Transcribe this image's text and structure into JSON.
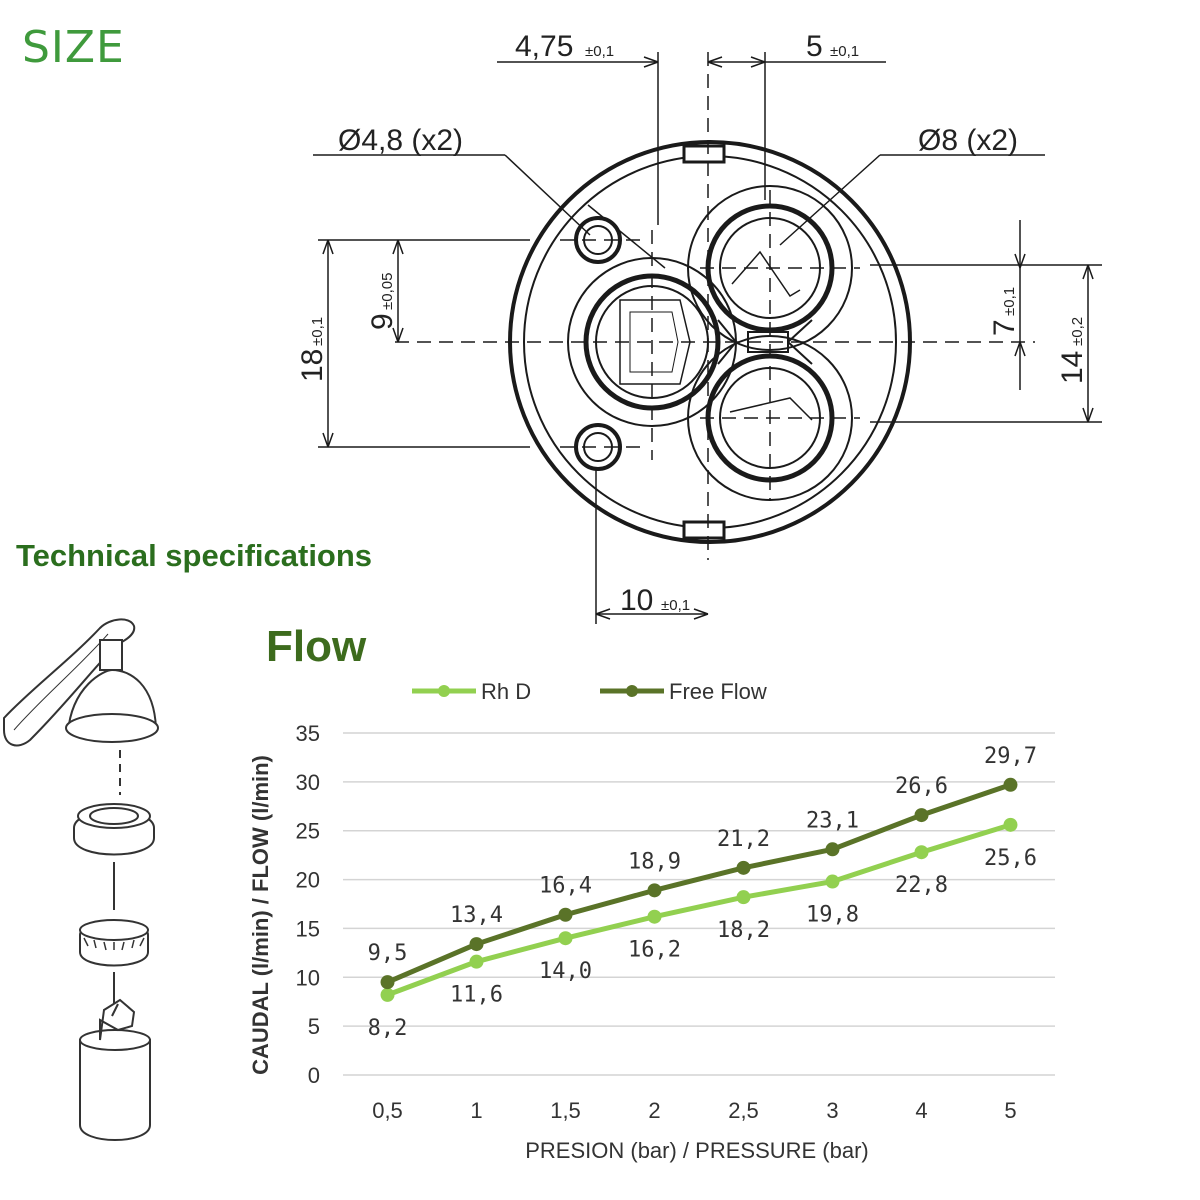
{
  "headings": {
    "size": "SIZE",
    "technical": "Technical specifications",
    "flow": "Flow"
  },
  "drawing": {
    "dim_top_left": "4,75",
    "dim_top_left_tol": "±0,1",
    "dim_top_right": "5",
    "dim_top_right_tol": "±0,1",
    "small_holes": "Ø4,8 (x2)",
    "large_holes": "Ø8 (x2)",
    "dim_18": "18",
    "dim_18_tol": "±0,1",
    "dim_9": "9",
    "dim_9_tol": "±0,05",
    "dim_7": "7",
    "dim_7_tol": "±0,1",
    "dim_14": "14",
    "dim_14_tol": "±0,2",
    "dim_bottom": "10",
    "dim_bottom_tol": "±0,1"
  },
  "chart_data": {
    "type": "line",
    "categories": [
      "0,5",
      "1",
      "1,5",
      "2",
      "2,5",
      "3",
      "4",
      "5"
    ],
    "series": [
      {
        "name": "Rh D",
        "color": "#92d050",
        "values": [
          8.2,
          11.6,
          14.0,
          16.2,
          18.2,
          19.8,
          22.8,
          25.6
        ],
        "labels": [
          "8,2",
          "11,6",
          "14,0",
          "16,2",
          "18,2",
          "19,8",
          "22,8",
          "25,6"
        ]
      },
      {
        "name": "Free Flow",
        "color": "#5a7328",
        "values": [
          9.5,
          13.4,
          16.4,
          18.9,
          21.2,
          23.1,
          26.6,
          29.7
        ],
        "labels": [
          "9,5",
          "13,4",
          "16,4",
          "18,9",
          "21,2",
          "23,1",
          "26,6",
          "29,7"
        ]
      }
    ],
    "ylim": [
      0,
      35
    ],
    "yticks": [
      "0",
      "5",
      "10",
      "15",
      "20",
      "25",
      "30",
      "35"
    ],
    "xlabel": "PRESION (bar) / PRESSURE (bar)",
    "ylabel": "CAUDAL (l/min) / FLOW (l/min)",
    "grid": true,
    "legend": "top"
  }
}
